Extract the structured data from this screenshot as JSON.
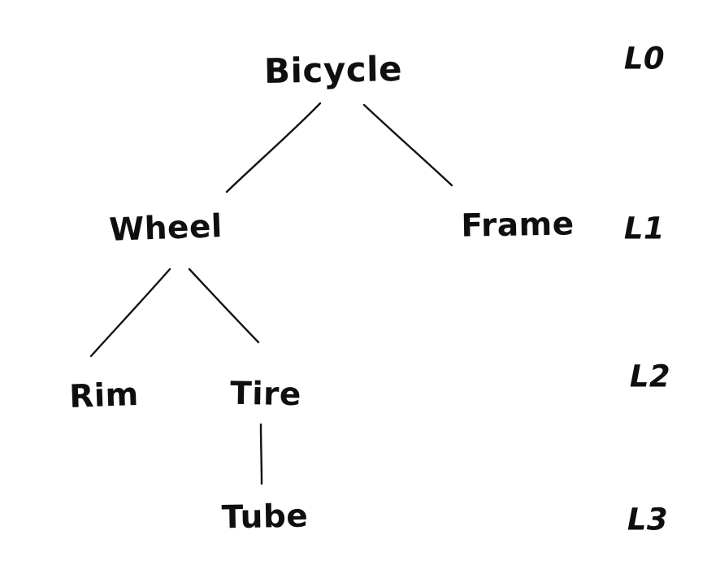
{
  "page": {
    "background_color": "#ffffff",
    "ink_color": "#141414",
    "style": "hand-drawn sketch"
  },
  "diagram": {
    "type": "tree",
    "description": "Hand-drawn component hierarchy of a bicycle with depth levels labeled on the right",
    "nodes": [
      {
        "id": "bicycle",
        "label": "Bicycle",
        "level": 0,
        "parent": null
      },
      {
        "id": "wheel",
        "label": "Wheel",
        "level": 1,
        "parent": "bicycle"
      },
      {
        "id": "frame",
        "label": "Frame",
        "level": 1,
        "parent": "bicycle"
      },
      {
        "id": "rim",
        "label": "Rim",
        "level": 2,
        "parent": "wheel"
      },
      {
        "id": "tire",
        "label": "Tire",
        "level": 2,
        "parent": "wheel"
      },
      {
        "id": "tube",
        "label": "Tube",
        "level": 3,
        "parent": "tire"
      }
    ],
    "edges": [
      {
        "from": "Bicycle",
        "to": "Wheel"
      },
      {
        "from": "Bicycle",
        "to": "Frame"
      },
      {
        "from": "Wheel",
        "to": "Rim"
      },
      {
        "from": "Wheel",
        "to": "Tire"
      },
      {
        "from": "Tire",
        "to": "Tube"
      }
    ],
    "level_labels": [
      {
        "label": "L0"
      },
      {
        "label": "L1"
      },
      {
        "label": "L2"
      },
      {
        "label": "L3"
      }
    ]
  }
}
